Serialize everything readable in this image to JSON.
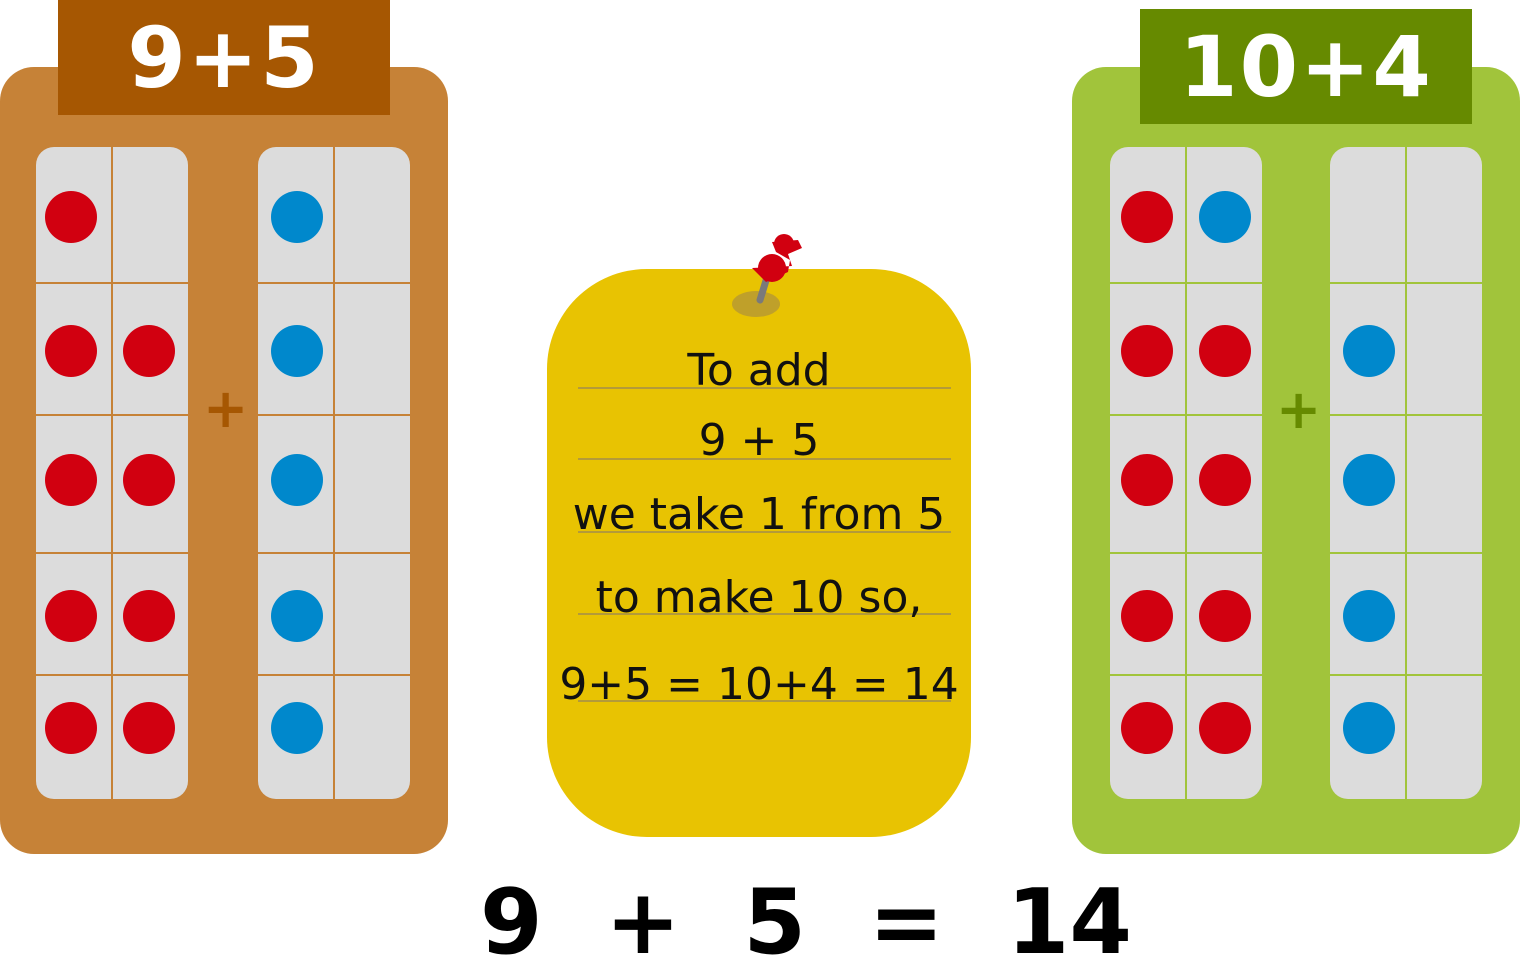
{
  "left_panel": {
    "title": "9+5",
    "plus": "+",
    "colors": {
      "board": "#c68237",
      "title_box": "#a65702",
      "plus": "#a65702"
    },
    "first_frame_red_count": 9,
    "second_frame_blue_count": 5
  },
  "right_panel": {
    "title": "10+4",
    "plus": "+",
    "colors": {
      "board": "#a1c43b",
      "title_box": "#668a00",
      "plus": "#668a00"
    },
    "first_frame_red_count": 9,
    "first_frame_blue_count": 1,
    "second_frame_blue_count": 4
  },
  "note": {
    "lines": [
      "To add",
      "9 + 5",
      "we take 1 from 5",
      "to make 10 so,",
      "9+5 = 10+4 = 14"
    ],
    "color": "#e8c302",
    "pin_color": "#d10010"
  },
  "equation": "9  +  5  =  14",
  "dot_colors": {
    "red": "#d10010",
    "blue": "#0088cc"
  }
}
